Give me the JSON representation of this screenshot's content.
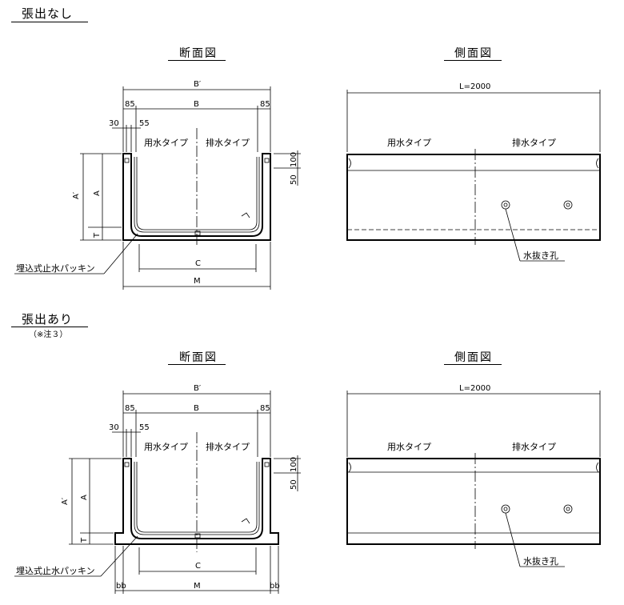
{
  "sections": {
    "top": {
      "title": "張出なし"
    },
    "bottom": {
      "title": "張出あり",
      "note": "（※注３）"
    }
  },
  "views": {
    "section_title": "断面図",
    "side_title": "側面図"
  },
  "dims": {
    "b_prime": "B′",
    "b": "B",
    "d85": "85",
    "d30": "30",
    "d55": "55",
    "d100": "100",
    "d50": "50",
    "a_prime": "A′",
    "a": "A",
    "t": "T",
    "c": "C",
    "m": "M",
    "bb": "bb",
    "length": "L=2000"
  },
  "labels": {
    "water_use_type": "用水タイプ",
    "drain_type": "排水タイプ",
    "packing": "埋込式止水パッキン",
    "drain_hole": "水抜き孔"
  }
}
